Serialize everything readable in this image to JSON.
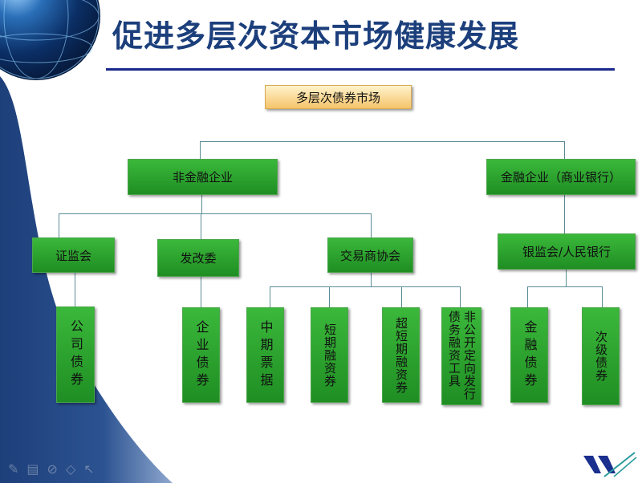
{
  "title": "促进多层次资本市场健康发展",
  "root": "多层次债券市场",
  "level1": [
    "非金融企业",
    "金融企业（商业银行）"
  ],
  "level2": [
    "证监会",
    "发改委",
    "交易商协会",
    "银监会/人民银行"
  ],
  "leaves": [
    "公司债券",
    "企业债券",
    "中期票据",
    "短期融资券",
    "超短期融资券",
    "非公开定向发行债务融资工具",
    "金融债券",
    "次级债券"
  ],
  "colors": {
    "box": "#2ca52f",
    "title": "#1c3f7c",
    "root": "#f5c46a"
  }
}
